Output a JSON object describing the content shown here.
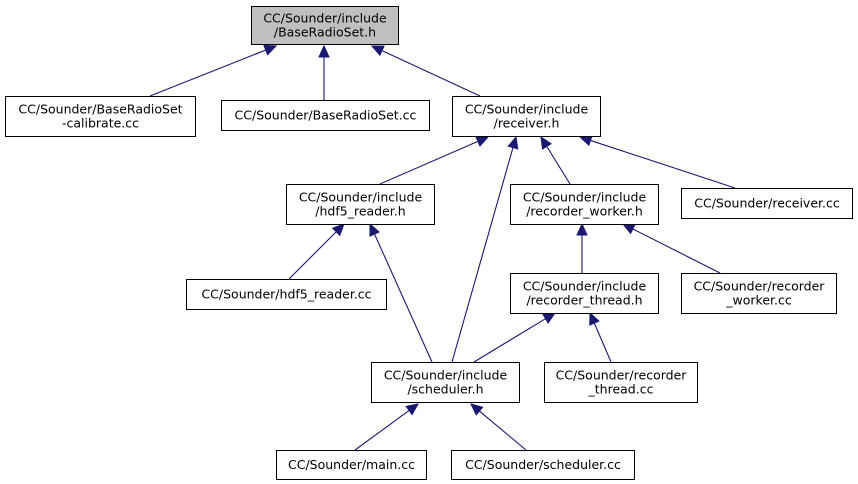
{
  "graph": {
    "nodes": [
      {
        "id": "base_radio_set_h",
        "lines": [
          "CC/Sounder/include",
          "/BaseRadioSet.h"
        ],
        "highlight": true
      },
      {
        "id": "base_radio_set_calibrate_cc",
        "lines": [
          "CC/Sounder/BaseRadioSet",
          "-calibrate.cc"
        ]
      },
      {
        "id": "base_radio_set_cc",
        "lines": [
          "CC/Sounder/BaseRadioSet.cc"
        ]
      },
      {
        "id": "receiver_h",
        "lines": [
          "CC/Sounder/include",
          "/receiver.h"
        ]
      },
      {
        "id": "hdf5_reader_h",
        "lines": [
          "CC/Sounder/include",
          "/hdf5_reader.h"
        ]
      },
      {
        "id": "recorder_worker_h",
        "lines": [
          "CC/Sounder/include",
          "/recorder_worker.h"
        ]
      },
      {
        "id": "receiver_cc",
        "lines": [
          "CC/Sounder/receiver.cc"
        ]
      },
      {
        "id": "hdf5_reader_cc",
        "lines": [
          "CC/Sounder/hdf5_reader.cc"
        ]
      },
      {
        "id": "recorder_thread_h",
        "lines": [
          "CC/Sounder/include",
          "/recorder_thread.h"
        ]
      },
      {
        "id": "recorder_worker_cc",
        "lines": [
          "CC/Sounder/recorder",
          "_worker.cc"
        ]
      },
      {
        "id": "scheduler_h",
        "lines": [
          "CC/Sounder/include",
          "/scheduler.h"
        ]
      },
      {
        "id": "recorder_thread_cc",
        "lines": [
          "CC/Sounder/recorder",
          "_thread.cc"
        ]
      },
      {
        "id": "main_cc",
        "lines": [
          "CC/Sounder/main.cc"
        ]
      },
      {
        "id": "scheduler_cc",
        "lines": [
          "CC/Sounder/scheduler.cc"
        ]
      }
    ],
    "edges": [
      {
        "from": "base_radio_set_calibrate_cc",
        "to": "base_radio_set_h"
      },
      {
        "from": "base_radio_set_cc",
        "to": "base_radio_set_h"
      },
      {
        "from": "receiver_h",
        "to": "base_radio_set_h"
      },
      {
        "from": "hdf5_reader_h",
        "to": "receiver_h"
      },
      {
        "from": "scheduler_h",
        "to": "receiver_h"
      },
      {
        "from": "recorder_worker_h",
        "to": "receiver_h"
      },
      {
        "from": "receiver_cc",
        "to": "receiver_h"
      },
      {
        "from": "hdf5_reader_cc",
        "to": "hdf5_reader_h"
      },
      {
        "from": "scheduler_h",
        "to": "hdf5_reader_h"
      },
      {
        "from": "recorder_thread_h",
        "to": "recorder_worker_h"
      },
      {
        "from": "recorder_worker_cc",
        "to": "recorder_worker_h"
      },
      {
        "from": "scheduler_h",
        "to": "recorder_thread_h"
      },
      {
        "from": "recorder_thread_cc",
        "to": "recorder_thread_h"
      },
      {
        "from": "main_cc",
        "to": "scheduler_h"
      },
      {
        "from": "scheduler_cc",
        "to": "scheduler_h"
      }
    ]
  }
}
